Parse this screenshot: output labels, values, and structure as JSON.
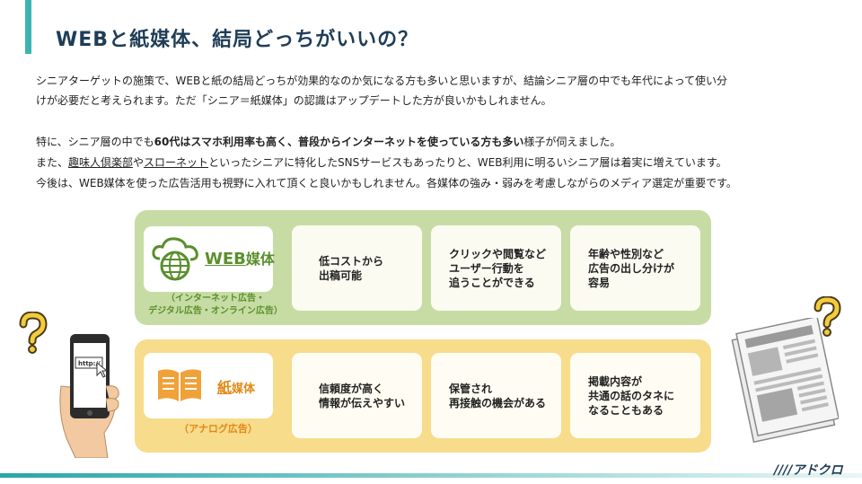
{
  "title": "WEBと紙媒体、結局どっちがいいの？",
  "intro": {
    "line1": "シニアターゲットの施策で、WEBと紙の結局どっちが効果的なのか気になる方も多いと思いますが、結論シニア層の中でも年代によって使い分",
    "line2": "けが必要だと考えられます。ただ「シニア＝紙媒体」の認識はアップデートした方が良いかもしれません。"
  },
  "detail": {
    "l1_pre": "特に、シニア層の中でも",
    "l1_bold": "60代はスマホ利用率も高く、普段からインターネットを使っている方も多い",
    "l1_post": "様子が伺えました。",
    "l2_pre": "また、",
    "l2_link1": "趣味人倶楽部",
    "l2_mid": "や",
    "l2_link2": "スローネット",
    "l2_post": "といったシニアに特化したSNSサービスもあったりと、WEB利用に明るいシニア層は着実に増えています。",
    "l3": "今後は、WEB媒体を使った広告活用も視野に入れて頂くと良いかもしれません。各媒体の強み・弱みを考慮しながらのメディア選定が重要です。"
  },
  "web": {
    "label_big": "WEB",
    "label_small": "媒体",
    "sub1": "（インターネット広告・",
    "sub2": "デジタル広告・オンライン広告）",
    "cards": [
      "低コストから\n出稿可能",
      "クリックや閲覧など\nユーザー行動を\n追うことができる",
      "年齢や性別など\n広告の出し分けが\n容易"
    ]
  },
  "paper": {
    "label_big": "紙",
    "label_small": "媒体",
    "sub": "（アナログ広告）",
    "cards": [
      "信頼度が高く\n情報が伝えやすい",
      "保管され\n再接触の機会がある",
      "掲載内容が\n共通の話のタネに\nなることもある"
    ]
  },
  "phone_url": "http://",
  "brand": "////アドクロ",
  "colors": {
    "accent": "#3bb3b3",
    "title": "#1f3d57",
    "web_green": "#5a8f2c",
    "web_panel": "#c7dca4",
    "paper_panel": "#f7dc8c",
    "paper_orange": "#e08a17"
  }
}
